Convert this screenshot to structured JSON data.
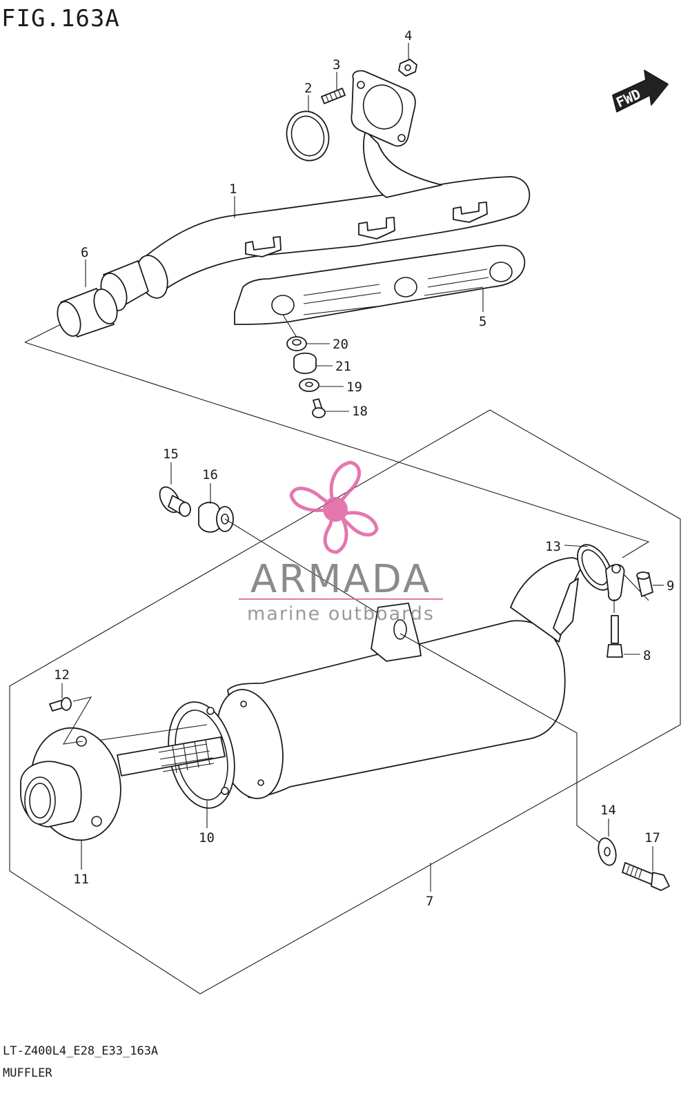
{
  "figure": {
    "title": "FIG.163A",
    "model_code": "LT-Z400L4_E28_E33_163A",
    "caption": "MUFFLER"
  },
  "direction_badge": {
    "label": "FWD"
  },
  "watermark": {
    "brand": "ARMADA",
    "tagline": "marine outboards",
    "color": "#e060a0"
  },
  "callouts": [
    "1",
    "2",
    "3",
    "4",
    "5",
    "6",
    "7",
    "8",
    "9",
    "10",
    "11",
    "12",
    "13",
    "14",
    "15",
    "16",
    "17",
    "18",
    "19",
    "20",
    "21"
  ],
  "colors": {
    "line": "#1a1a1a",
    "background": "#ffffff"
  }
}
